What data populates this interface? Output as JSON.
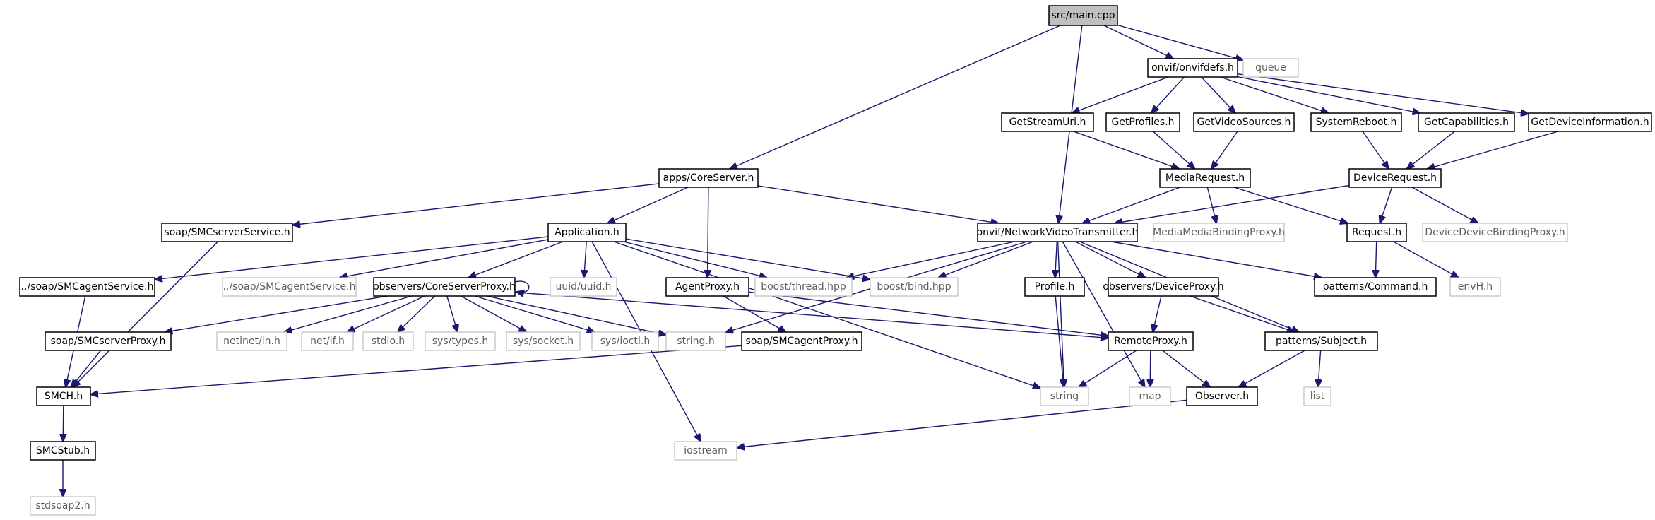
{
  "graph": {
    "nodes": [
      {
        "id": "main",
        "label": "src/main.cpp",
        "kind": "root"
      },
      {
        "id": "onvifdefs",
        "label": "onvif/onvifdefs.h",
        "kind": "local"
      },
      {
        "id": "queue",
        "label": "queue",
        "kind": "external"
      },
      {
        "id": "getstreamuri",
        "label": "GetStreamUri.h",
        "kind": "local"
      },
      {
        "id": "getprofiles",
        "label": "GetProfiles.h",
        "kind": "local"
      },
      {
        "id": "getvideosources",
        "label": "GetVideoSources.h",
        "kind": "local"
      },
      {
        "id": "systemreboot",
        "label": "SystemReboot.h",
        "kind": "local"
      },
      {
        "id": "getcapabilities",
        "label": "GetCapabilities.h",
        "kind": "local"
      },
      {
        "id": "getdeviceinfo",
        "label": "GetDeviceInformation.h",
        "kind": "local"
      },
      {
        "id": "coreserver",
        "label": "apps/CoreServer.h",
        "kind": "local"
      },
      {
        "id": "mediarequest",
        "label": "MediaRequest.h",
        "kind": "local"
      },
      {
        "id": "devicerequest",
        "label": "DeviceRequest.h",
        "kind": "local"
      },
      {
        "id": "smcserverservice",
        "label": "soap/SMCserverService.h",
        "kind": "local"
      },
      {
        "id": "application",
        "label": "Application.h",
        "kind": "local"
      },
      {
        "id": "nvt",
        "label": "onvif/NetworkVideoTransmitter.h",
        "kind": "local"
      },
      {
        "id": "mediabinding",
        "label": "MediaMediaBindingProxy.h",
        "kind": "external"
      },
      {
        "id": "requesth",
        "label": "Request.h",
        "kind": "local"
      },
      {
        "id": "devicebinding",
        "label": "DeviceDeviceBindingProxy.h",
        "kind": "external"
      },
      {
        "id": "smcagentservice_local",
        "label": "../soap/SMCagentService.h",
        "kind": "local"
      },
      {
        "id": "smcagentservice_ext",
        "label": "../soap/SMCagentService.h",
        "kind": "external"
      },
      {
        "id": "coreserverproxy",
        "label": "observers/CoreServerProxy.h",
        "kind": "local"
      },
      {
        "id": "uuid",
        "label": "uuid/uuid.h",
        "kind": "external"
      },
      {
        "id": "agentproxy",
        "label": "AgentProxy.h",
        "kind": "local"
      },
      {
        "id": "boostthread",
        "label": "boost/thread.hpp",
        "kind": "external"
      },
      {
        "id": "boostbind",
        "label": "boost/bind.hpp",
        "kind": "external"
      },
      {
        "id": "profile",
        "label": "Profile.h",
        "kind": "local"
      },
      {
        "id": "deviceproxy",
        "label": "observers/DeviceProxy.h",
        "kind": "local"
      },
      {
        "id": "command",
        "label": "patterns/Command.h",
        "kind": "local"
      },
      {
        "id": "envh",
        "label": "envH.h",
        "kind": "external"
      },
      {
        "id": "smcserverproxy",
        "label": "soap/SMCserverProxy.h",
        "kind": "local"
      },
      {
        "id": "netinet",
        "label": "netinet/in.h",
        "kind": "external"
      },
      {
        "id": "netif",
        "label": "net/if.h",
        "kind": "external"
      },
      {
        "id": "stdio",
        "label": "stdio.h",
        "kind": "external"
      },
      {
        "id": "systypes",
        "label": "sys/types.h",
        "kind": "external"
      },
      {
        "id": "syssocket",
        "label": "sys/socket.h",
        "kind": "external"
      },
      {
        "id": "sysioctl",
        "label": "sys/ioctl.h",
        "kind": "external"
      },
      {
        "id": "stringh",
        "label": "string.h",
        "kind": "external"
      },
      {
        "id": "smcagentproxy",
        "label": "soap/SMCagentProxy.h",
        "kind": "local"
      },
      {
        "id": "remoteproxy",
        "label": "RemoteProxy.h",
        "kind": "local"
      },
      {
        "id": "subject",
        "label": "patterns/Subject.h",
        "kind": "local"
      },
      {
        "id": "smch",
        "label": "SMCH.h",
        "kind": "local"
      },
      {
        "id": "string",
        "label": "string",
        "kind": "external"
      },
      {
        "id": "map",
        "label": "map",
        "kind": "external"
      },
      {
        "id": "observer",
        "label": "Observer.h",
        "kind": "local"
      },
      {
        "id": "list",
        "label": "list",
        "kind": "external"
      },
      {
        "id": "smcstub",
        "label": "SMCStub.h",
        "kind": "local"
      },
      {
        "id": "iostream",
        "label": "iostream",
        "kind": "external"
      },
      {
        "id": "stdsoap2",
        "label": "stdsoap2.h",
        "kind": "external"
      }
    ],
    "edges": [
      [
        "main",
        "onvifdefs"
      ],
      [
        "main",
        "queue"
      ],
      [
        "main",
        "coreserver"
      ],
      [
        "main",
        "nvt"
      ],
      [
        "onvifdefs",
        "getstreamuri"
      ],
      [
        "onvifdefs",
        "getprofiles"
      ],
      [
        "onvifdefs",
        "getvideosources"
      ],
      [
        "onvifdefs",
        "systemreboot"
      ],
      [
        "onvifdefs",
        "getcapabilities"
      ],
      [
        "onvifdefs",
        "getdeviceinfo"
      ],
      [
        "getstreamuri",
        "mediarequest"
      ],
      [
        "getprofiles",
        "mediarequest"
      ],
      [
        "getvideosources",
        "mediarequest"
      ],
      [
        "systemreboot",
        "devicerequest"
      ],
      [
        "getcapabilities",
        "devicerequest"
      ],
      [
        "getdeviceinfo",
        "devicerequest"
      ],
      [
        "mediarequest",
        "nvt"
      ],
      [
        "mediarequest",
        "mediabinding"
      ],
      [
        "mediarequest",
        "requesth"
      ],
      [
        "devicerequest",
        "nvt"
      ],
      [
        "devicerequest",
        "requesth"
      ],
      [
        "devicerequest",
        "devicebinding"
      ],
      [
        "coreserver",
        "smcserverservice"
      ],
      [
        "coreserver",
        "application"
      ],
      [
        "coreserver",
        "agentproxy"
      ],
      [
        "coreserver",
        "nvt"
      ],
      [
        "smcserverservice",
        "smch"
      ],
      [
        "application",
        "smcagentservice_local"
      ],
      [
        "application",
        "smcagentservice_ext"
      ],
      [
        "application",
        "coreserverproxy"
      ],
      [
        "application",
        "uuid"
      ],
      [
        "application",
        "boostthread"
      ],
      [
        "application",
        "boostbind"
      ],
      [
        "application",
        "iostream"
      ],
      [
        "application",
        "string"
      ],
      [
        "nvt",
        "boostthread"
      ],
      [
        "nvt",
        "boostbind"
      ],
      [
        "nvt",
        "profile"
      ],
      [
        "nvt",
        "deviceproxy"
      ],
      [
        "nvt",
        "command"
      ],
      [
        "nvt",
        "subject"
      ],
      [
        "nvt",
        "stringh"
      ],
      [
        "nvt",
        "string"
      ],
      [
        "nvt",
        "map"
      ],
      [
        "requesth",
        "command"
      ],
      [
        "requesth",
        "envh"
      ],
      [
        "smcagentservice_local",
        "smch"
      ],
      [
        "coreserverproxy",
        "coreserverproxy"
      ],
      [
        "coreserverproxy",
        "smcserverproxy"
      ],
      [
        "coreserverproxy",
        "netinet"
      ],
      [
        "coreserverproxy",
        "netif"
      ],
      [
        "coreserverproxy",
        "stdio"
      ],
      [
        "coreserverproxy",
        "systypes"
      ],
      [
        "coreserverproxy",
        "syssocket"
      ],
      [
        "coreserverproxy",
        "sysioctl"
      ],
      [
        "coreserverproxy",
        "stringh"
      ],
      [
        "coreserverproxy",
        "remoteproxy"
      ],
      [
        "agentproxy",
        "smcagentproxy"
      ],
      [
        "agentproxy",
        "remoteproxy"
      ],
      [
        "profile",
        "string"
      ],
      [
        "deviceproxy",
        "remoteproxy"
      ],
      [
        "deviceproxy",
        "subject"
      ],
      [
        "smcserverproxy",
        "smch"
      ],
      [
        "smcagentproxy",
        "smch"
      ],
      [
        "remoteproxy",
        "string"
      ],
      [
        "remoteproxy",
        "map"
      ],
      [
        "remoteproxy",
        "observer"
      ],
      [
        "subject",
        "observer"
      ],
      [
        "subject",
        "list"
      ],
      [
        "smch",
        "smcstub"
      ],
      [
        "observer",
        "iostream"
      ],
      [
        "smcstub",
        "stdsoap2"
      ]
    ]
  }
}
